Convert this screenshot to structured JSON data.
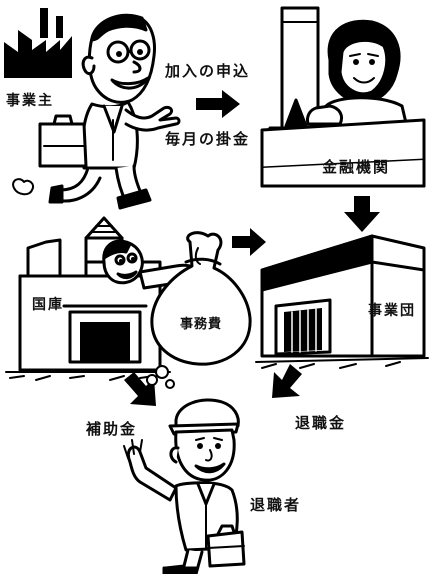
{
  "labels": {
    "employer": "事業主",
    "application": "加入の申込",
    "monthly_payment": "毎月の掛金",
    "financial_institution": "金融機関",
    "national_treasury": "国庫",
    "admin_expenses": "事務費",
    "mutual_aid_corp": "事業団",
    "subsidy": "補助金",
    "retirement_allowance": "退職金",
    "retiree": "退職者"
  }
}
